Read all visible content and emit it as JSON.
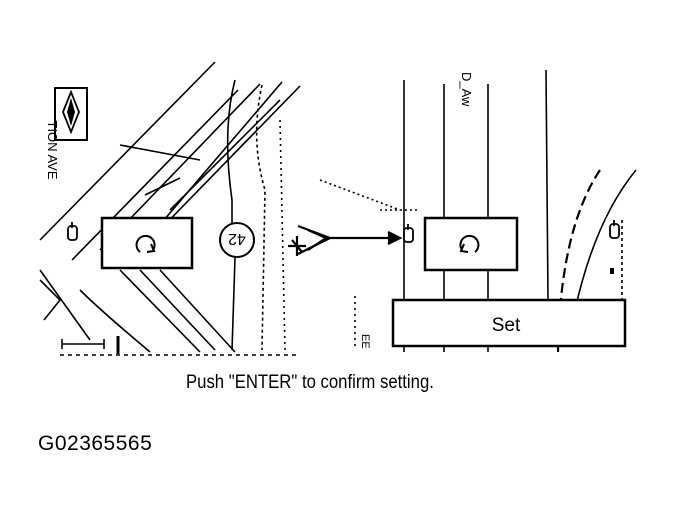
{
  "left_panel": {
    "street_label": "TION AVE",
    "route_number": "42"
  },
  "right_panel": {
    "road_label_a": "D_Aw",
    "road_label_b": "EE",
    "set_button_label": "Set"
  },
  "caption": "Push \"ENTER\" to confirm setting.",
  "figure_id": "G02365565"
}
